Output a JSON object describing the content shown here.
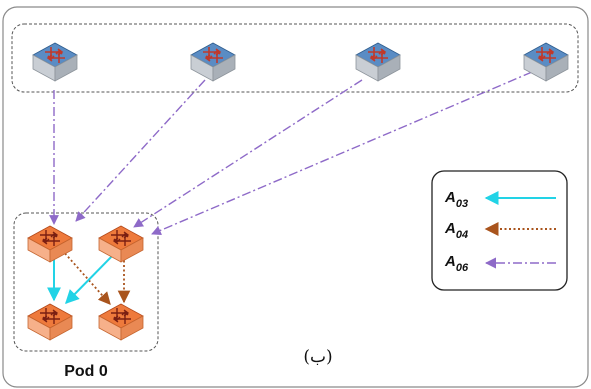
{
  "pod": {
    "label": "Pod 0"
  },
  "caption": "(ب)",
  "legend": [
    {
      "base": "A",
      "sub": "03",
      "color": "#22d3e6",
      "style": "solid"
    },
    {
      "base": "A",
      "sub": "04",
      "color": "#a9541d",
      "style": "dotted"
    },
    {
      "base": "A",
      "sub": "06",
      "color": "#8e6ac8",
      "style": "dash-dot"
    }
  ],
  "switches": {
    "core": {
      "count": 4,
      "top_color": "#4d7fb8",
      "side_color": "#c8cdd3",
      "icon": "network-switch-icon"
    },
    "pod": {
      "count": 4,
      "top_color": "#e8692e",
      "side_color": "#f3a67c",
      "icon": "network-switch-icon"
    }
  }
}
